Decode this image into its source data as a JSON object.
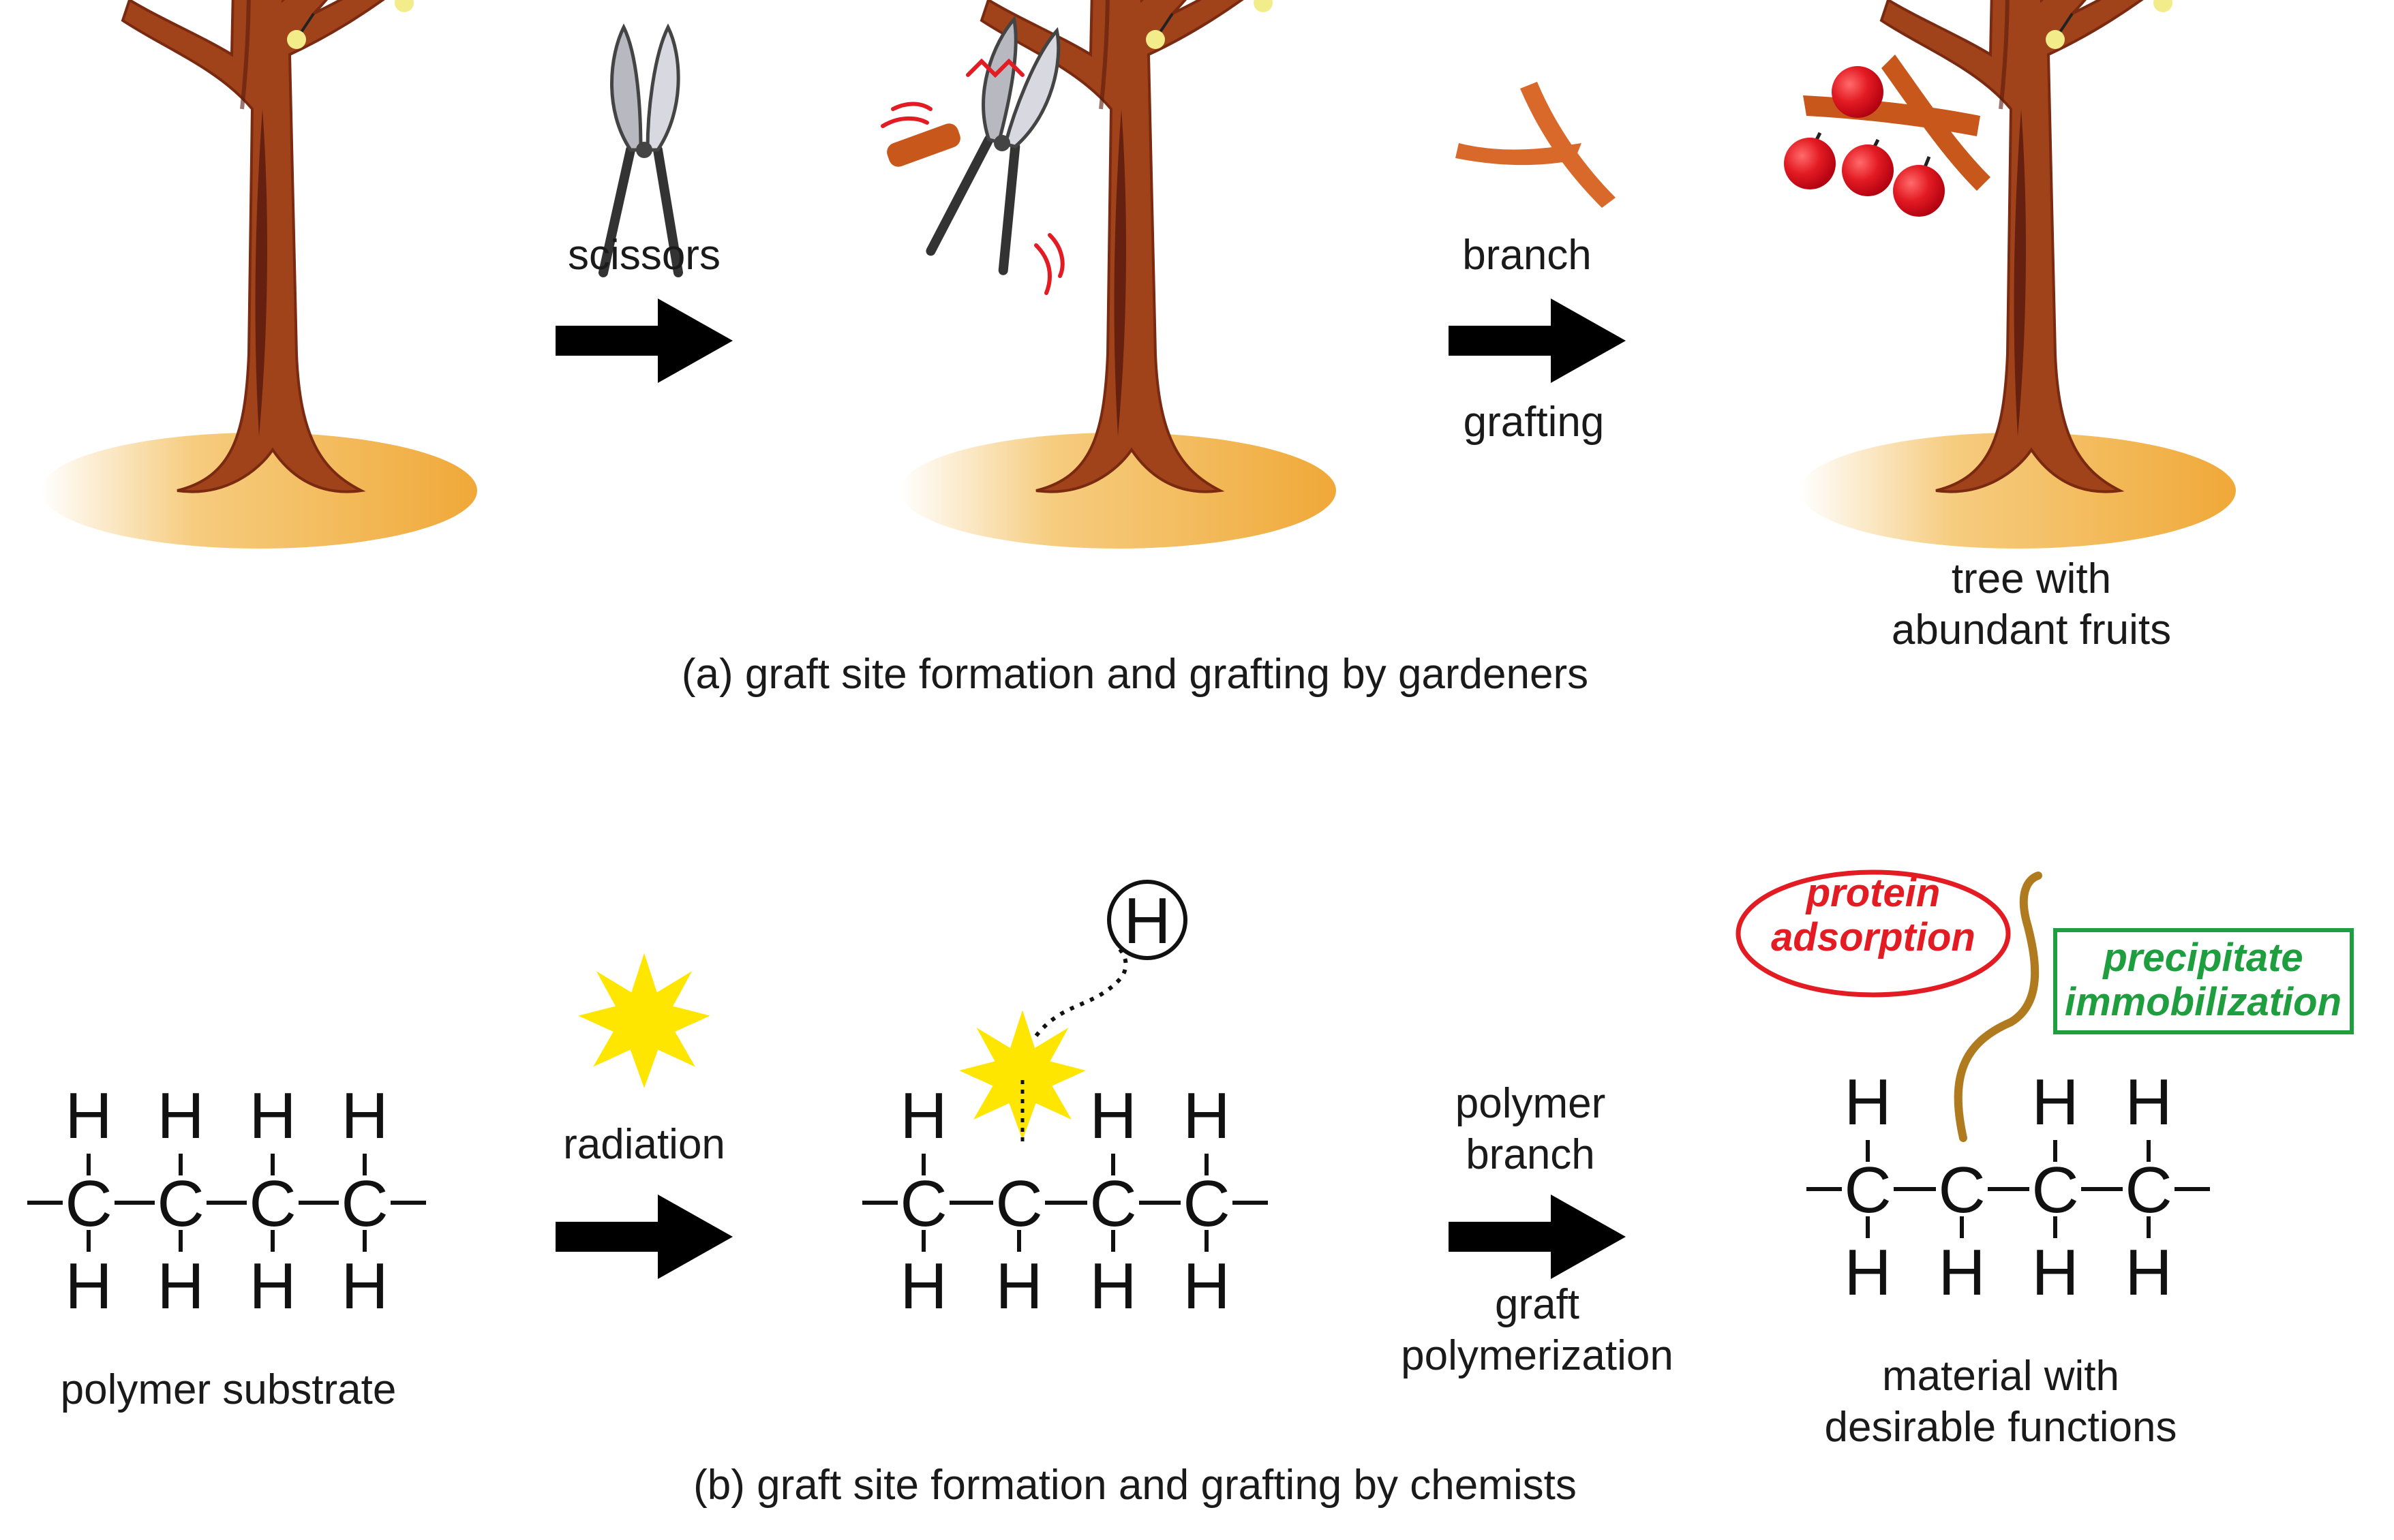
{
  "panel_a": {
    "caption": "(a) graft site formation and grafting by gardeners",
    "step1": {
      "tool": "scissors-icon",
      "label": "scissors"
    },
    "step2": {
      "label_top": "branch",
      "label_bottom": "grafting"
    },
    "result_label_line1": "tree with",
    "result_label_line2": "abundant fruits"
  },
  "panel_b": {
    "caption": "(b) graft site formation and grafting by chemists",
    "substrate_label": "polymer substrate",
    "step1": {
      "icon": "radiation-star-icon",
      "label": "radiation"
    },
    "step2": {
      "label_top_line1": "polymer",
      "label_top_line2": "branch",
      "label_bottom_line1": "graft",
      "label_bottom_line2": "polymerization"
    },
    "removed_atom": "H",
    "result_label_line1": "material with",
    "result_label_line2": "desirable functions",
    "function1_line1": "protein",
    "function1_line2": "adsorption",
    "function2_line1": "precipitate",
    "function2_line2": "immobilization",
    "atoms": {
      "H": "H",
      "C": "C"
    }
  },
  "colors": {
    "trunk": "#a0421a",
    "trunk_dark": "#5a1a0e",
    "ground": "#f2b648",
    "cherry": "#e31b23",
    "bud": "#f3ec8a",
    "radiation": "#ffe600",
    "function1": "#e31b23",
    "function2": "#1f9e3f",
    "graft_chain": "#b07a1e"
  }
}
